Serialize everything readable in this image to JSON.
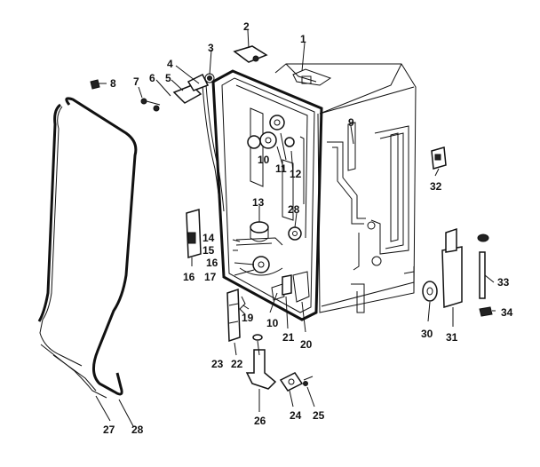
{
  "labels": {
    "p1": "1",
    "p2": "2",
    "p3": "3",
    "p4": "4",
    "p5": "5",
    "p6": "6",
    "p7": "7",
    "p8": "8",
    "p9": "9",
    "p10a": "10",
    "p10b": "10",
    "p11": "11",
    "p12": "12",
    "p13": "13",
    "p14": "14",
    "p15": "15",
    "p16a": "16",
    "p16b": "16",
    "p17": "17",
    "p19": "19",
    "p20": "20",
    "p21": "21",
    "p22": "22",
    "p23": "23",
    "p24": "24",
    "p25": "25",
    "p26": "26",
    "p27": "27",
    "p28a": "28",
    "p28b": "28",
    "p30": "30",
    "p31": "31",
    "p32": "32",
    "p33": "33",
    "p34": "34"
  }
}
